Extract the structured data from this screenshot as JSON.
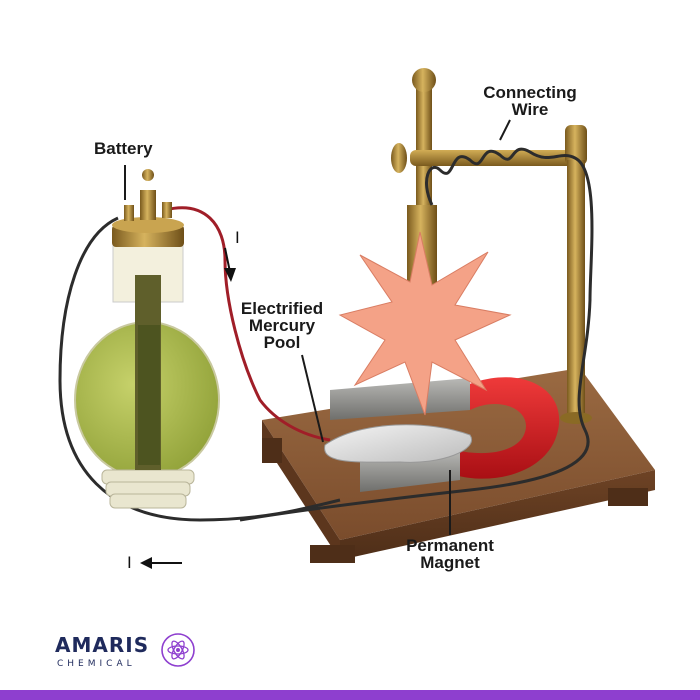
{
  "labels": {
    "battery": "Battery",
    "connecting_wire_line1": "Connecting",
    "connecting_wire_line2": "Wire",
    "mercury_line1": "Electrified",
    "mercury_line2": "Mercury",
    "mercury_line3": "Pool",
    "magnet_line1": "Permanent",
    "magnet_line2": "Magnet",
    "current_top": "I",
    "current_bottom": "I"
  },
  "brand": {
    "name": "AMARIS",
    "subtitle": "CHEMICAL",
    "logo_icon": "atom-icon"
  },
  "colors": {
    "liquid": "#a9b94a",
    "brass": "#b08d3a",
    "magnet_red": "#d6191f",
    "spark": "#f4a287",
    "wood": "#8a5a36",
    "brand_navy": "#1f2a5c",
    "footer_purple": "#8e3fcf"
  }
}
